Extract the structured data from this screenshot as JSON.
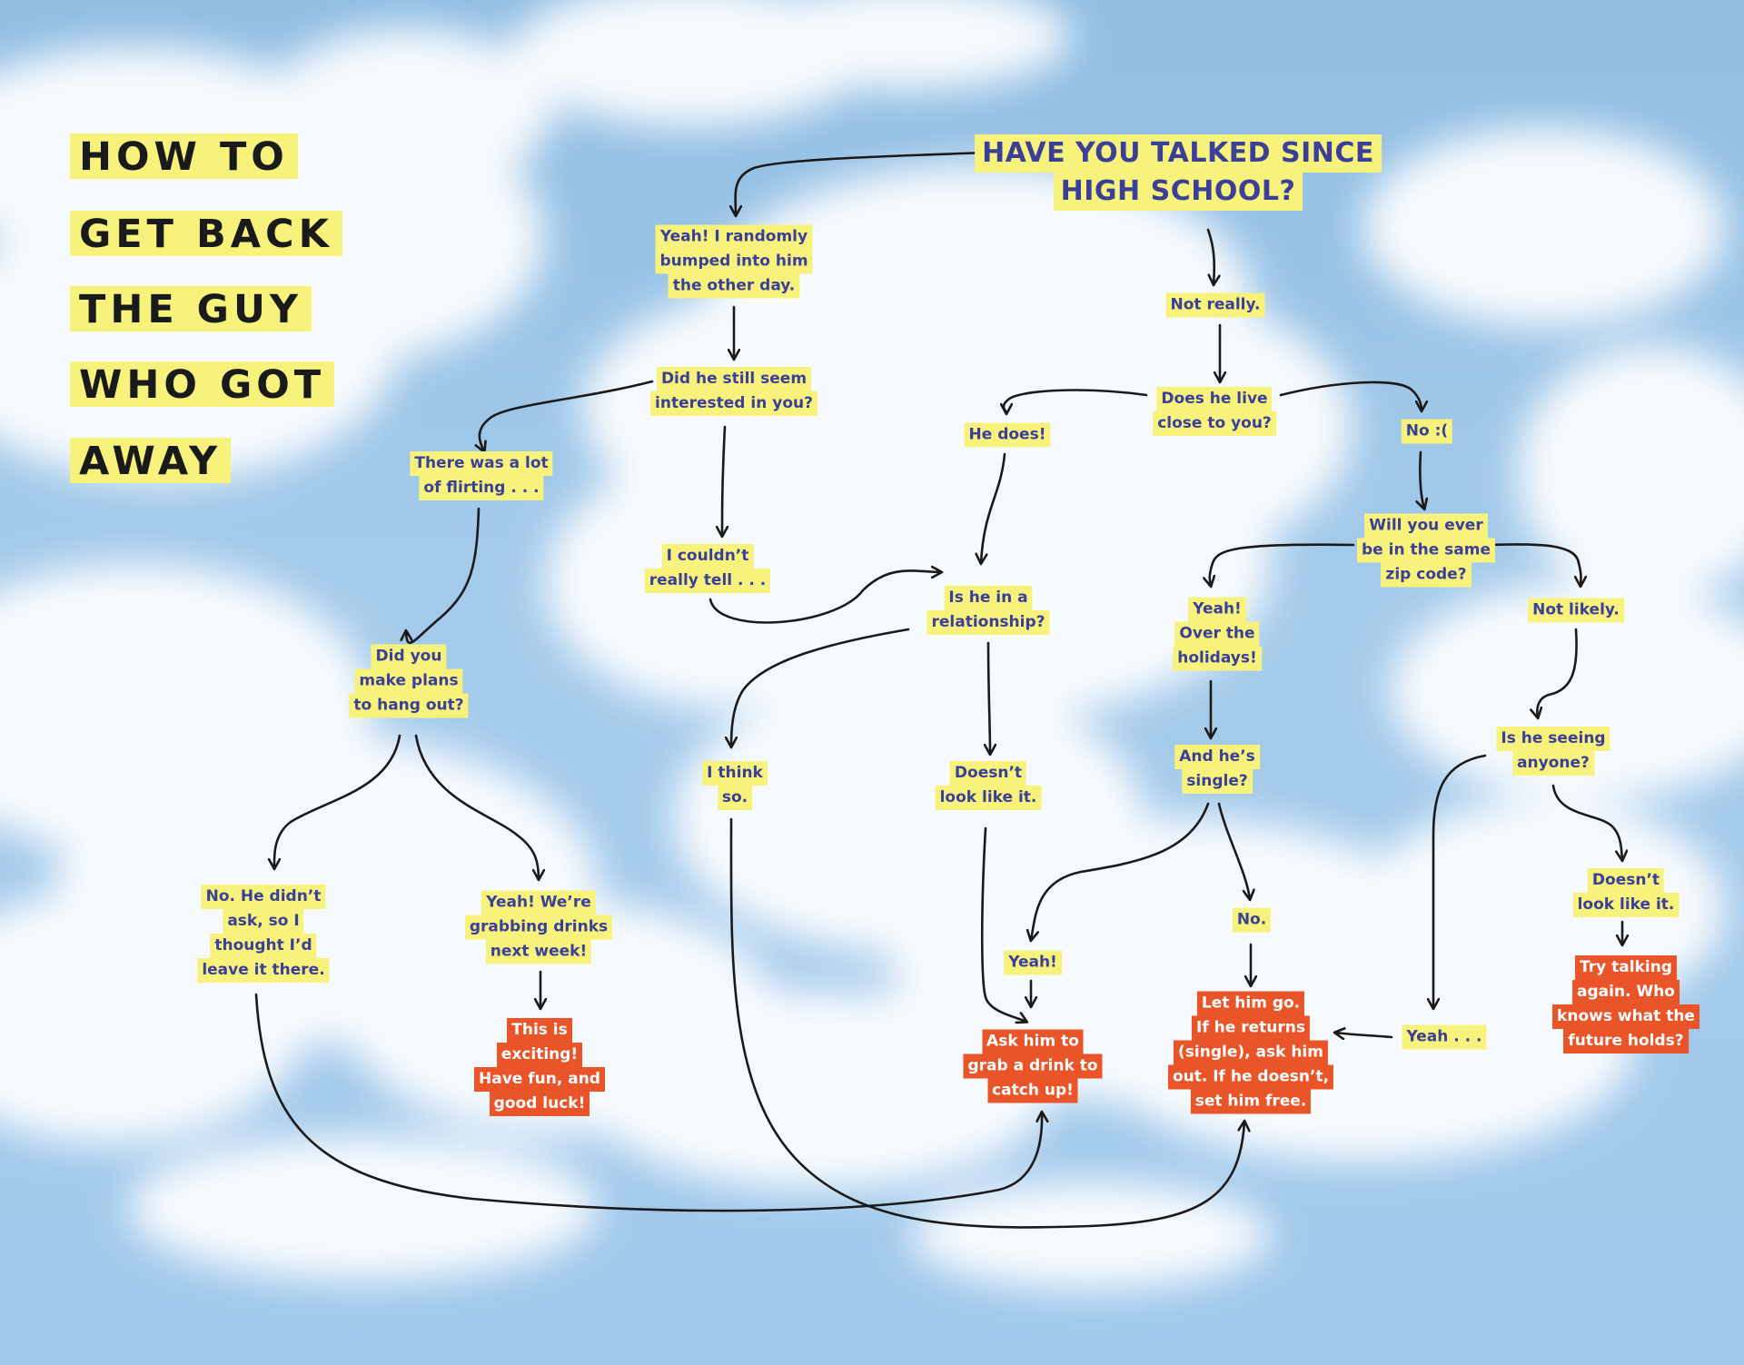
{
  "title_lines": [
    "HOW TO",
    "GET BACK",
    "THE GUY",
    "WHO GOT",
    "AWAY"
  ],
  "nodes": {
    "start": [
      "HAVE YOU TALKED SINCE",
      "HIGH SCHOOL?"
    ],
    "bumped": [
      "Yeah! I randomly",
      "bumped into him",
      "the other day."
    ],
    "not_really": [
      "Not really."
    ],
    "interested": [
      "Did he still seem",
      "interested in you?"
    ],
    "live_close": [
      "Does he live",
      "close to you?"
    ],
    "he_does": [
      "He does!"
    ],
    "no_sad": [
      "No :("
    ],
    "flirting": [
      "There was a lot",
      "of flirting . . ."
    ],
    "zip_code": [
      "Will you ever",
      "be in the same",
      "zip code?"
    ],
    "couldnt_tell": [
      "I couldn’t",
      "really tell . . ."
    ],
    "relationship": [
      "Is he in a",
      "relationship?"
    ],
    "over_holidays": [
      "Yeah!",
      "Over the",
      "holidays!"
    ],
    "not_likely": [
      "Not likely."
    ],
    "make_plans": [
      "Did you",
      "make plans",
      "to hang out?"
    ],
    "seeing_anyone": [
      "Is he seeing",
      "anyone?"
    ],
    "i_think_so": [
      "I think",
      "so."
    ],
    "doesnt_look_1": [
      "Doesn’t",
      "look like it."
    ],
    "single": [
      "And he’s",
      "single?"
    ],
    "doesnt_look_2": [
      "Doesn’t",
      "look like it."
    ],
    "no_didnt_ask": [
      "No. He didn’t",
      "ask, so I",
      "thought I’d",
      "leave it there."
    ],
    "grabbing_drinks": [
      "Yeah! We’re",
      "grabbing drinks",
      "next week!"
    ],
    "no_period": [
      "No."
    ],
    "yeah_excl": [
      "Yeah!"
    ],
    "try_talking": [
      "Try talking",
      "again. Who",
      "knows what the",
      "future holds?"
    ],
    "exciting": [
      "This is",
      "exciting!",
      "Have fun, and",
      "good luck!"
    ],
    "ask_drink": [
      "Ask him to",
      "grab a drink to",
      "catch up!"
    ],
    "let_go": [
      "Let him go.",
      "If he returns",
      "(single), ask him",
      "out. If he doesn’t,",
      "set him free."
    ],
    "yeah_dots": [
      "Yeah . . ."
    ]
  },
  "colors": {
    "highlight_yellow": "#f6f27c",
    "question_text": "#3b3f98",
    "outcome_orange": "#e95428",
    "sky_blue": "#a5cbea",
    "arrow_ink": "#1a1a1a"
  }
}
